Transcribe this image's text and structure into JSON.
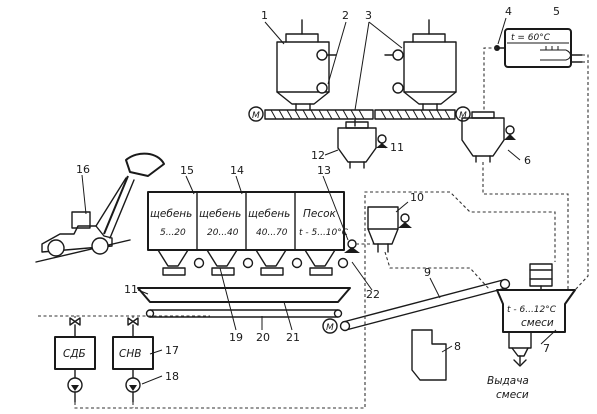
{
  "callouts": [
    "1",
    "2",
    "3",
    "4",
    "5",
    "6",
    "7",
    "8",
    "9",
    "10",
    "11",
    "12",
    "13",
    "14",
    "15",
    "16",
    "17",
    "18",
    "19",
    "20",
    "21",
    "22",
    "11"
  ],
  "heater_temp": "t = 60°C",
  "bins": [
    {
      "name": "щебень",
      "range": "5...20"
    },
    {
      "name": "щебень",
      "range": "20...40"
    },
    {
      "name": "щебень",
      "range": "40...70"
    },
    {
      "name": "Песок",
      "range": "t - 5...10°C"
    }
  ],
  "mixer_temp": "t - 6...12°C",
  "mixer_label": "смеси",
  "tank_sdb": "СДБ",
  "tank_snv": "СНВ",
  "motor_letter": "M",
  "output_label_1": "Выдача",
  "output_label_2": "смеси"
}
